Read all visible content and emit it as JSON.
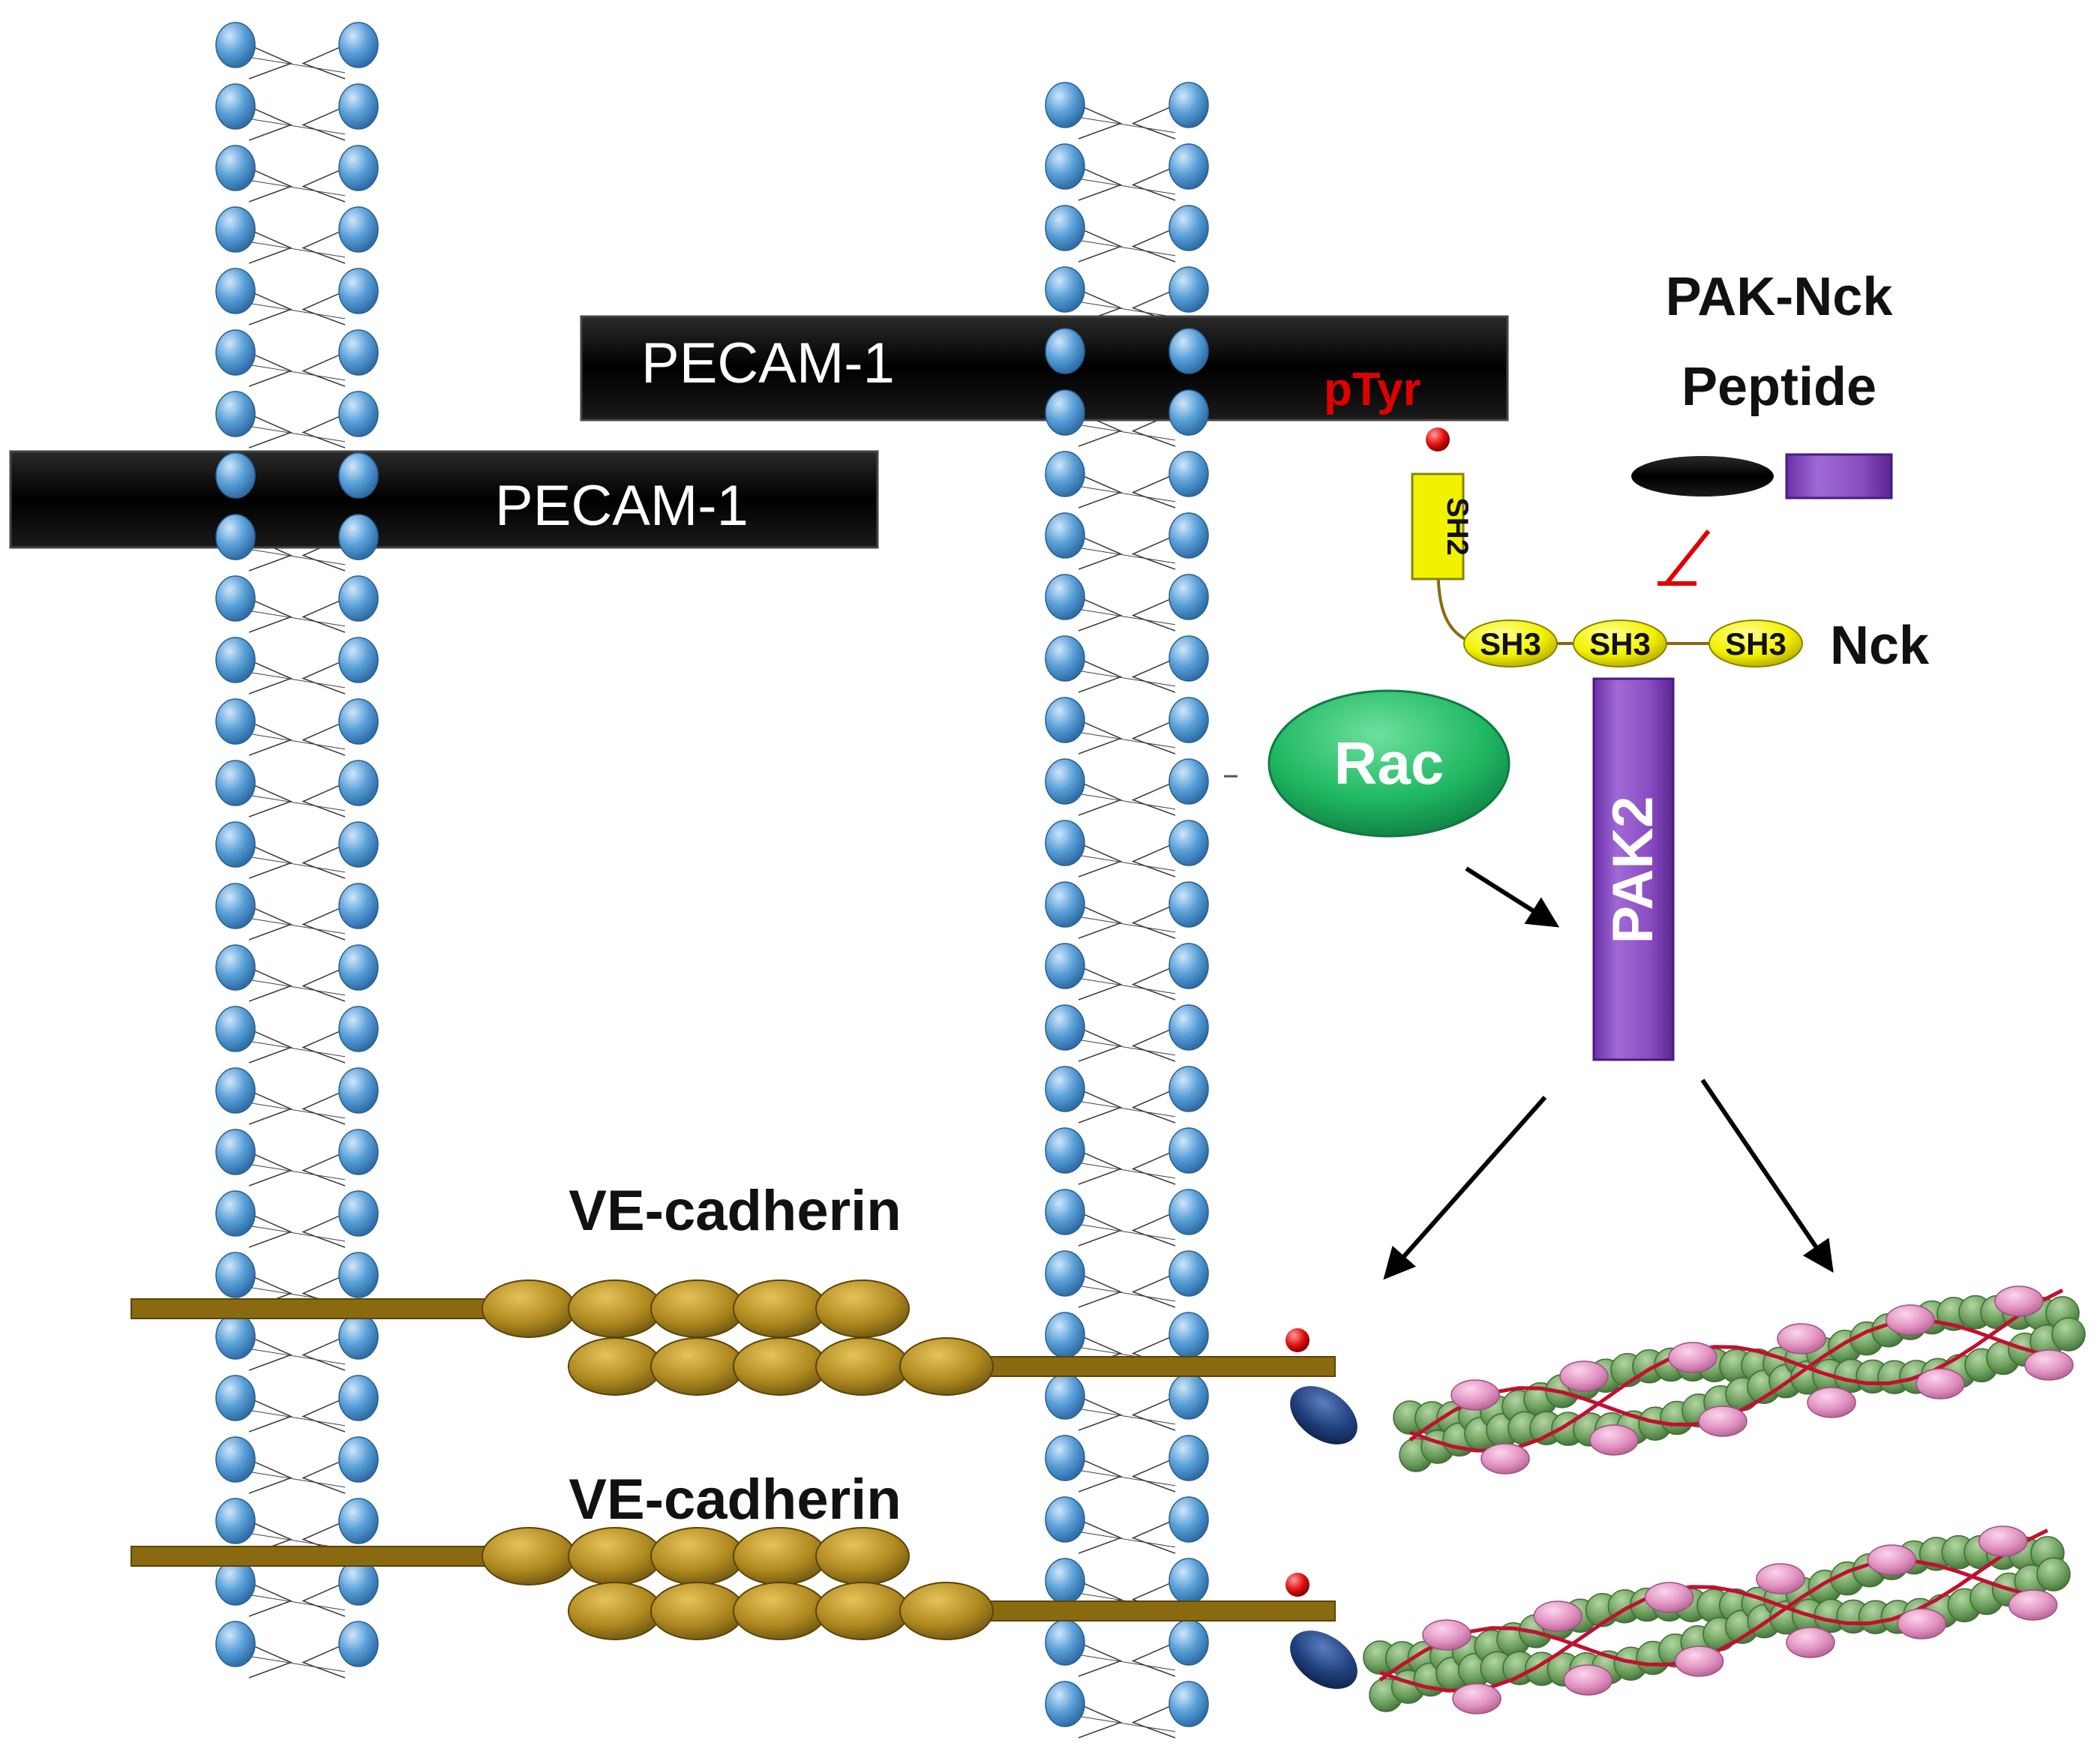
{
  "labels": {
    "pecam_top": "PECAM-1",
    "pecam_left": "PECAM-1",
    "ptyr": "pTyr",
    "peptide_line1": "PAK-Nck",
    "peptide_line2": "Peptide",
    "sh2": "SH2",
    "sh3_a": "SH3",
    "sh3_b": "SH3",
    "sh3_c": "SH3",
    "nck": "Nck",
    "rac": "Rac",
    "pak2": "PAK2",
    "ve_cadherin_top": "VE-cadherin",
    "ve_cadherin_bottom": "VE-cadherin"
  },
  "colors": {
    "lipid_head": "#5aa0d8",
    "pecam": "#0a0a0a",
    "ptyr_text": "#e00000",
    "phospho_dot": "#e01010",
    "sh2_box": "#f2f200",
    "sh3_oval": "#f2f200",
    "rac": "#1fb863",
    "pak2": "#8a4cc2",
    "cadherin": "#a8861a",
    "inhibition": "#e00000",
    "actin_bead": "#6fa060",
    "tropomyosin": "#c01030",
    "actin_binding": "#e090c0",
    "catenin": "#1f3f7a"
  }
}
